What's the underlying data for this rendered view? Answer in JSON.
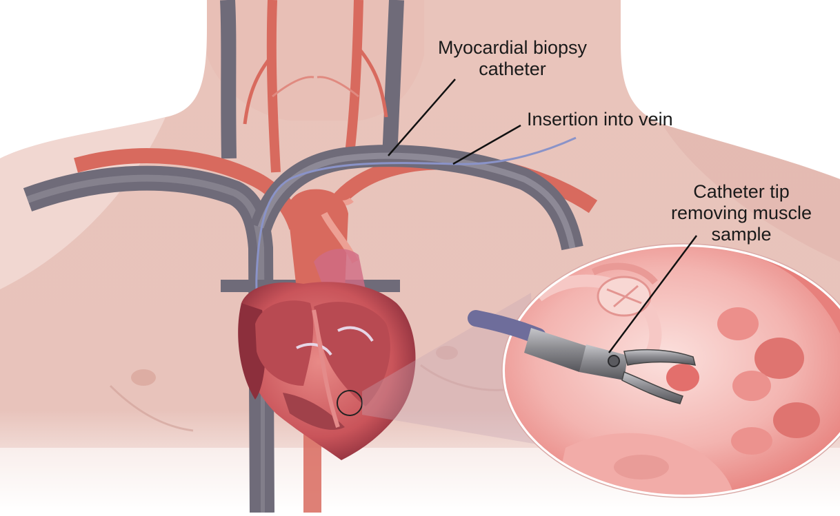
{
  "labels": {
    "biopsy_catheter": [
      "Myocardial biopsy",
      "catheter"
    ],
    "insertion": [
      "Insertion into vein"
    ],
    "catheter_tip": [
      "Catheter tip",
      "removing muscle",
      "sample"
    ]
  },
  "colors": {
    "skin": "#ecc9c1",
    "skin_shadow": "#d7a49c",
    "vein": "#6f6b79",
    "vein_light": "#8f8a96",
    "artery": "#d86a5e",
    "artery_light": "#eda094",
    "heart": "#c9545a",
    "heart_dark": "#8c2f3c",
    "heart_inner": "#b84a52",
    "catheter_wire": "#8a93c8",
    "tool_metal": "#8d8d92",
    "inset_tissue": "#f0a4a2",
    "leader_line": "#111111"
  }
}
